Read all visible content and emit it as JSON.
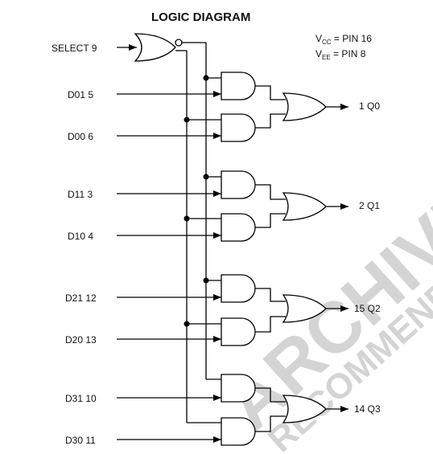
{
  "title": "LOGIC DIAGRAM",
  "power": {
    "vcc_label": "V",
    "vcc_sub": "CC",
    "vcc_pin": " = PIN 16",
    "vee_label": "V",
    "vee_sub": "EE",
    "vee_pin": " = PIN 8"
  },
  "inputs": {
    "select": "SELECT 9",
    "d01": "D01  5",
    "d00": "D00  6",
    "d11": "D11  3",
    "d10": "D10  4",
    "d21": "D21  12",
    "d20": "D20  13",
    "d31": "D31  10",
    "d30": "D30  11"
  },
  "outputs": {
    "q0": "1  Q0",
    "q1": "2  Q1",
    "q2": "15  Q2",
    "q3": "14  Q3"
  },
  "watermark": {
    "line1": "ARCHIVED",
    "line2": "RECOMMENDED"
  }
}
